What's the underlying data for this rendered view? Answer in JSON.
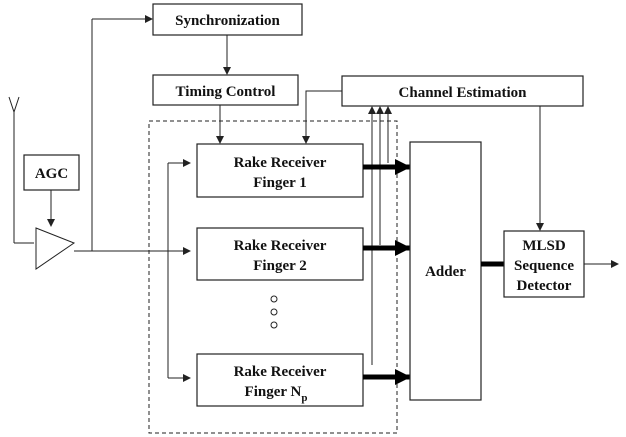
{
  "blocks": {
    "synchronization": "Synchronization",
    "timing_control": "Timing Control",
    "channel_estimation": "Channel Estimation",
    "agc": "AGC",
    "finger1": {
      "line1": "Rake Receiver",
      "line2": "Finger 1"
    },
    "finger2": {
      "line1": "Rake Receiver",
      "line2": "Finger 2"
    },
    "fingerN": {
      "line1": "Rake Receiver",
      "line2": "Finger N",
      "subscript": "p"
    },
    "adder": "Adder",
    "mlsd": {
      "line1": "MLSD",
      "line2": "Sequence",
      "line3": "Detector"
    }
  }
}
